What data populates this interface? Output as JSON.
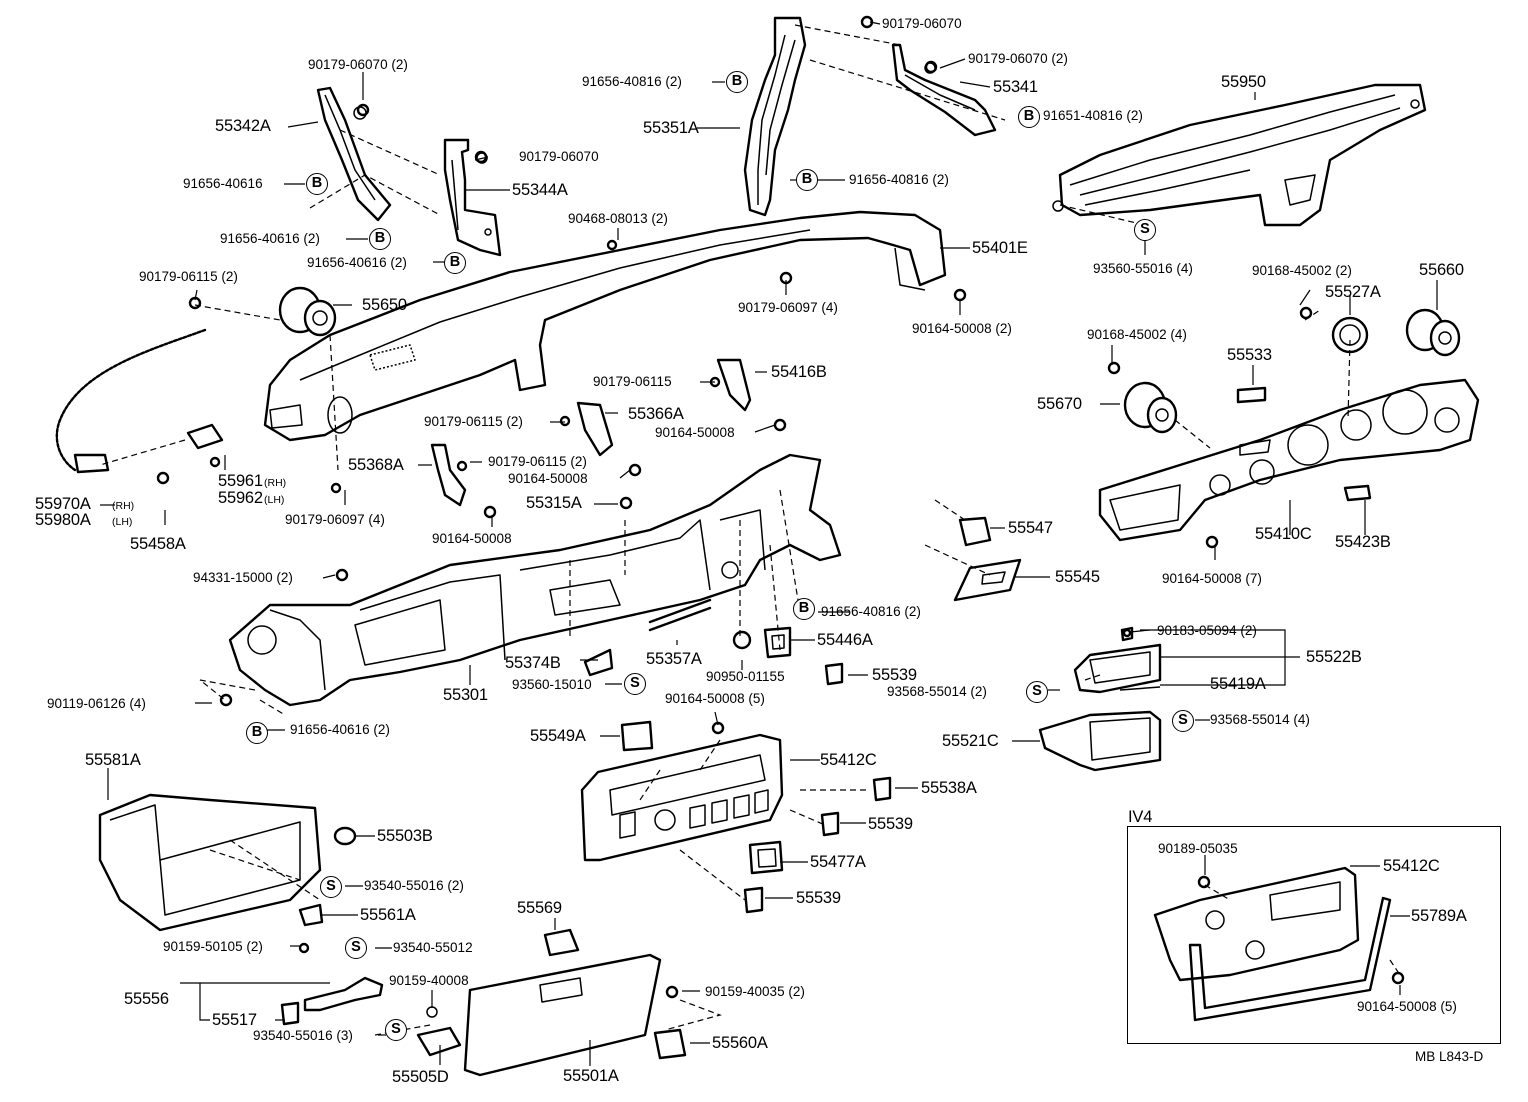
{
  "inset": {
    "title": "IV4"
  },
  "footer": {
    "code": "MB   L843-D"
  },
  "markers": {
    "b": "B",
    "s": "S"
  },
  "labels": {
    "p90179_06070_2a": "90179-06070 (2)",
    "p55342A": "55342A",
    "p91656_40616": "91656-40616",
    "p90179_06070_a": "90179-06070",
    "p55344A": "55344A",
    "p91656_40616_2a": "91656-40616 (2)",
    "p91656_40616_2b": "91656-40616 (2)",
    "p90468_08013_2": "90468-08013 (2)",
    "p90179_06070_b": "90179-06070",
    "p90179_06070_2b": "90179-06070 (2)",
    "p91656_40816_2a": "91656-40816 (2)",
    "p55341": "55341",
    "p91651_40816_2": "91651-40816 (2)",
    "p55351A": "55351A",
    "p91656_40816_2b": "91656-40816 (2)",
    "p55950": "55950",
    "p55401E": "55401E",
    "p90179_06097_4a": "90179-06097 (4)",
    "p90164_50008_2": "90164-50008 (2)",
    "p93560_55016_4": "93560-55016 (4)",
    "p90179_06115_2a": "90179-06115 (2)",
    "p55650": "55650",
    "p90168_45002_2": "90168-45002 (2)",
    "p55660": "55660",
    "p55527A": "55527A",
    "p90168_45002_4": "90168-45002 (4)",
    "p55533": "55533",
    "p55670": "55670",
    "p90179_06115_a": "90179-06115",
    "p55416B": "55416B",
    "p90179_06115_2b": "90179-06115 (2)",
    "p55366A": "55366A",
    "p90164_50008_a": "90164-50008",
    "p55368A": "55368A",
    "p90179_06115_2c": "90179-06115 (2)",
    "p90164_50008_b": "90164-50008",
    "p55961": "55961",
    "p55961_rh": "(RH)",
    "p55962": "55962",
    "p55962_lh": "(LH)",
    "p90179_06097_4b": "90179-06097 (4)",
    "p55970A": "55970A",
    "p55970A_rh": "(RH)",
    "p55980A": "55980A",
    "p55980A_lh": "(LH)",
    "p55458A": "55458A",
    "p55315A": "55315A",
    "p90164_50008_c": "90164-50008",
    "p55547": "55547",
    "p55410C": "55410C",
    "p55423B": "55423B",
    "p90164_50008_7": "90164-50008 (7)",
    "p94331_15000_2": "94331-15000 (2)",
    "p55545": "55545",
    "p91656_40816_2c": "91656-40816 (2)",
    "p55446A": "55446A",
    "p55357A": "55357A",
    "p55374B": "55374B",
    "p90950_01155": "90950-01155",
    "p55539a": "55539",
    "p93560_15010": "93560-15010",
    "p55301": "55301",
    "p90119_06126_4": "90119-06126 (4)",
    "p91656_40616_2c": "91656-40616 (2)",
    "p90183_05094_2": "90183-05094 (2)",
    "p55522B": "55522B",
    "p93568_55014_2": "93568-55014 (2)",
    "p55419A": "55419A",
    "p90164_50008_5a": "90164-50008 (5)",
    "p55549A": "55549A",
    "p55412C_a": "55412C",
    "p55521C": "55521C",
    "p93568_55014_4": "93568-55014 (4)",
    "p55538A": "55538A",
    "p55539b": "55539",
    "p55477A": "55477A",
    "p55539c": "55539",
    "p55581A": "55581A",
    "p55503B": "55503B",
    "p93540_55016_2": "93540-55016 (2)",
    "p55561A": "55561A",
    "p90159_50105_2": "90159-50105 (2)",
    "p93540_55012": "93540-55012",
    "p55569": "55569",
    "p55556": "55556",
    "p90159_40008": "90159-40008",
    "p90159_40035_2": "90159-40035 (2)",
    "p55517": "55517",
    "p93540_55016_3": "93540-55016 (3)",
    "p55560A": "55560A",
    "p55505D": "55505D",
    "p55501A": "55501A",
    "p90189_05035": "90189-05035",
    "p55412C_b": "55412C",
    "p55789A": "55789A",
    "p90164_50008_5b": "90164-50008 (5)"
  }
}
